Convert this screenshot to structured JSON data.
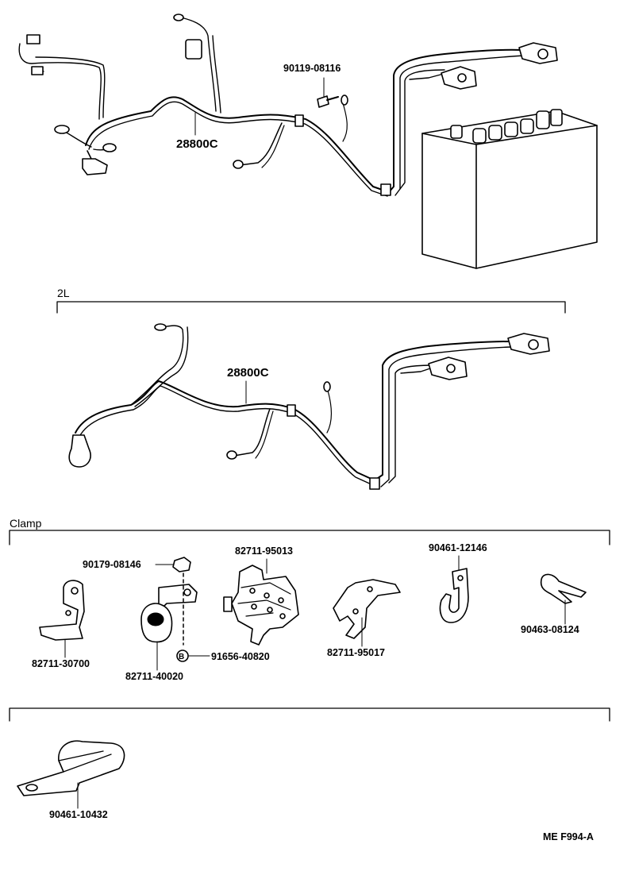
{
  "diagram": {
    "labels": {
      "bolt_top": "90119-08116",
      "harness_top": "28800C",
      "section_2l": "2L",
      "harness_2l": "28800C",
      "section_clamp": "Clamp",
      "nut": "90179-08146",
      "bracket_center": "82711-95013",
      "clip_top": "90461-12146",
      "bracket_left": "82711-30700",
      "clamp_grommet": "82711-40020",
      "bolt_b": "91656-40820",
      "b_marker": "B",
      "bracket_mid": "82711-95017",
      "clip_small": "90463-08124",
      "clip_bottom": "90461-10432"
    },
    "footer_code": "ME  F994-A"
  }
}
